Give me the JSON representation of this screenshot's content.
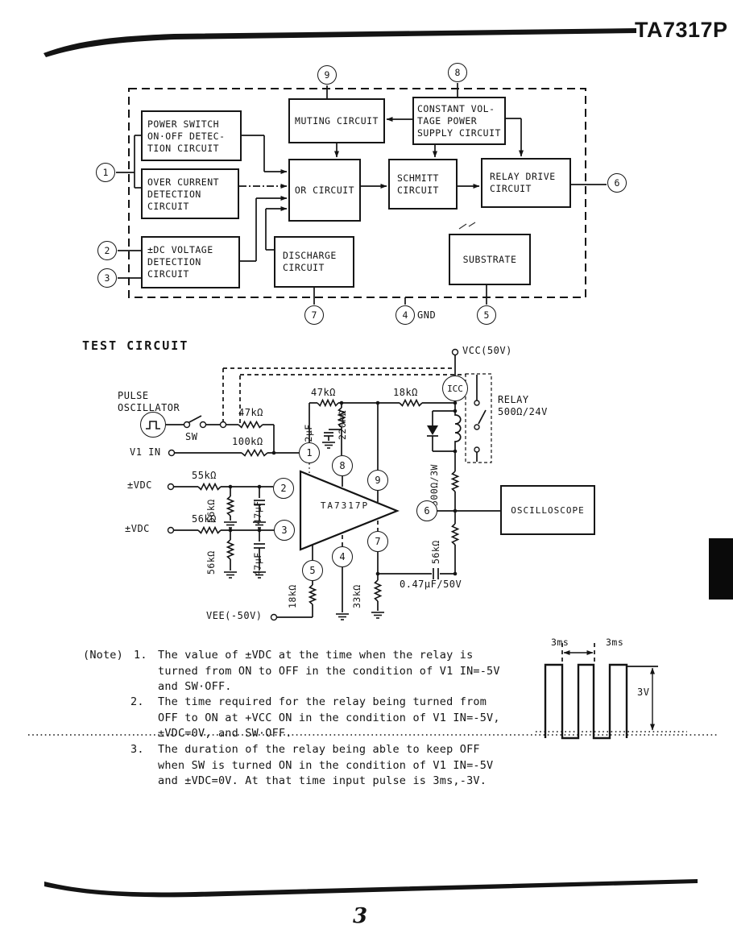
{
  "page": {
    "title": "TA7317P",
    "page_number": "3"
  },
  "block_diagram": {
    "boxes": {
      "power_switch": "POWER SWITCH\nON·OFF DETEC-\nTION CIRCUIT",
      "over_current": "OVER CURRENT\nDETECTION\nCIRCUIT",
      "dc_voltage": "±DC VOLTAGE\nDETECTION\nCIRCUIT",
      "muting": "MUTING CIRCUIT",
      "or_circuit": "OR CIRCUIT",
      "discharge": "DISCHARGE\nCIRCUIT",
      "const_voltage": "CONSTANT VOL-\nTAGE POWER\nSUPPLY CIRCUIT",
      "schmitt": "SCHMITT\nCIRCUIT",
      "relay_drive": "RELAY DRIVE\nCIRCUIT",
      "substrate": "SUBSTRATE"
    },
    "pins": {
      "p1": "1",
      "p2": "2",
      "p3": "3",
      "p4": "4",
      "p5": "5",
      "p6": "6",
      "p7": "7",
      "p8": "8",
      "p9": "9"
    },
    "gnd_label": "GND"
  },
  "test_circuit": {
    "heading": "TEST CIRCUIT",
    "pulse_oscillator_label": "PULSE\nOSCILLATOR",
    "sw_label": "SW",
    "v1_in_label": "V1 IN",
    "vdc_top_label": "±VDC",
    "vdc_bottom_label": "±VDC",
    "vcc_label": "VCC(50V)",
    "vee_label": "VEE(-50V)",
    "icc_label": "ICC",
    "relay_label": "RELAY\n500Ω/24V",
    "oscilloscope_label": "OSCILLOSCOPE",
    "ic_label": "TA7317P",
    "components": {
      "r_47k_sw": "47kΩ",
      "r_100k": "100kΩ",
      "r_47k_top": "47kΩ",
      "r_18k_top": "18kΩ",
      "r_220k": "220kΩ",
      "c_22uf": "22µF",
      "r_55k_top": "55kΩ",
      "r_56k_bottom": "56kΩ",
      "r_56k_shunt_top": "56kΩ",
      "r_56k_shunt_bottom": "56kΩ",
      "c_47uf_top": "47µF",
      "c_47uf_bottom": "47µF",
      "r_500_3w": "500Ω/3W",
      "r_56k_out": "56kΩ",
      "r_33k": "33kΩ",
      "r_18k_vee": "18kΩ",
      "c_047uf": "0.47µF/50V"
    }
  },
  "notes": {
    "prefix": "(Note)",
    "items": [
      {
        "num": "1.",
        "text": "The value of ±VDC at the time when the relay is\nturned from ON to OFF in the condition of V1 IN=-5V\nand SW·OFF."
      },
      {
        "num": "2.",
        "text": "The time required for the relay being turned from\nOFF to ON at +VCC ON in the condition of V1 IN=-5V,\n±VDC=0V, and SW·OFF."
      },
      {
        "num": "3.",
        "text": "The duration of the relay being able to keep OFF\nwhen SW is turned ON in the condition of V1 IN=-5V\nand ±VDC=0V.  At that time input pulse is 3ms,-3V."
      }
    ]
  },
  "waveform": {
    "width_label_1": "3ms",
    "width_label_2": "3ms",
    "amplitude_label": "3V"
  }
}
